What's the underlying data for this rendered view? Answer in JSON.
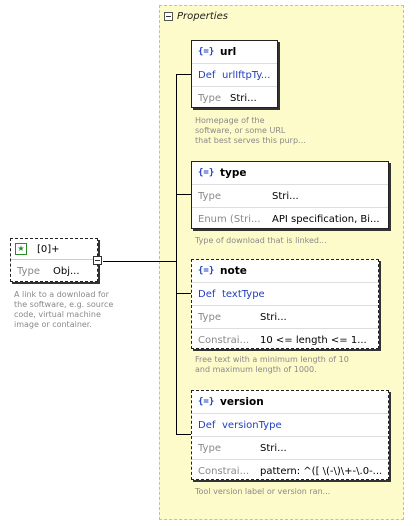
{
  "root": {
    "occurrence": "[0]+",
    "type_key": "Type",
    "type_value": "Obj...",
    "description": [
      "A link to a download for",
      "the software, e.g. source",
      "code, virtual machine",
      "image or container."
    ]
  },
  "panel": {
    "title": "Properties"
  },
  "cards": {
    "url": {
      "icon": "{=}",
      "name": "url",
      "def_key": "Def",
      "def_value": "urlIftpTy...",
      "type_key": "Type",
      "type_value": "Stri...",
      "description": [
        "Homepage of the",
        "software, or some URL",
        "that best serves this purp..."
      ]
    },
    "type": {
      "icon": "{=}",
      "name": "type",
      "type_key": "Type",
      "type_value": "Stri...",
      "enum_key": "Enum (Stri...",
      "enum_value": "API specification, Bi...",
      "description": [
        "Type of download that is linked..."
      ]
    },
    "note": {
      "icon": "{=}",
      "name": "note",
      "def_key": "Def",
      "def_value": "textType",
      "type_key": "Type",
      "type_value": "Stri...",
      "constraint_key": "Constrai...",
      "constraint_value": "10 <= length <= 1...",
      "description": [
        "Free text with a minimum length of 10",
        "and maximum length of 1000."
      ]
    },
    "version": {
      "icon": "{=}",
      "name": "version",
      "def_key": "Def",
      "def_value": "versionType",
      "type_key": "Type",
      "type_value": "Stri...",
      "constraint_key": "Constrai...",
      "constraint_value": "pattern: ^([ \\(-\\)\\+-\\.0-...",
      "description": [
        "Tool version label or version ran..."
      ]
    }
  }
}
